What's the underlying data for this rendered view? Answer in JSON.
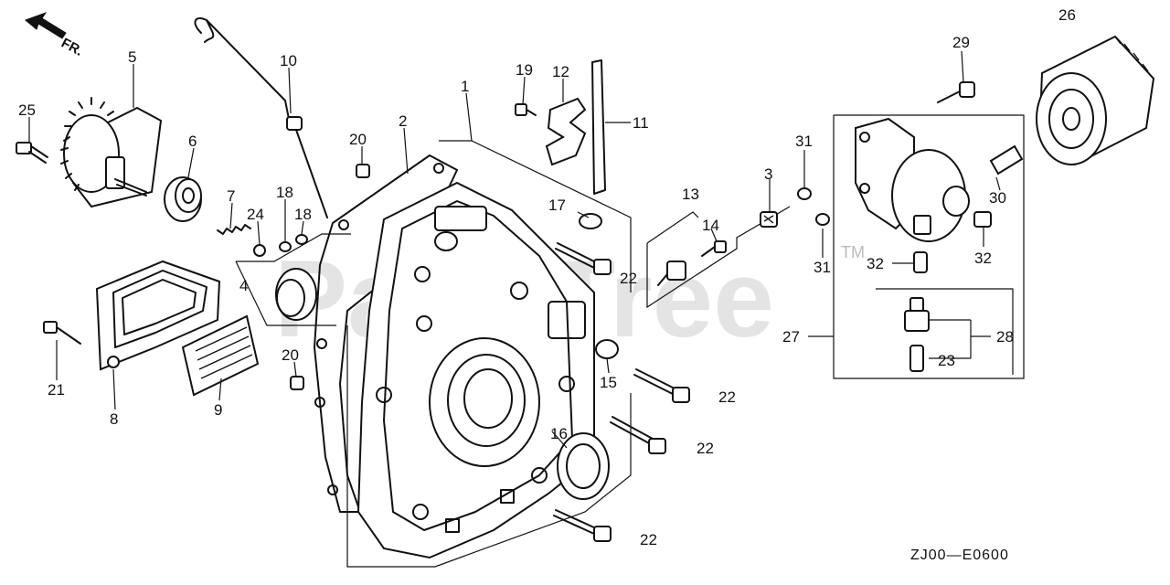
{
  "diagram": {
    "direction_label": "FR.",
    "watermark": "PartsTree",
    "watermark_tm": "TM",
    "figure_code": "ZJ00—E0600",
    "callouts": [
      {
        "id": "c1",
        "text": "1"
      },
      {
        "id": "c2",
        "text": "2"
      },
      {
        "id": "c3",
        "text": "3"
      },
      {
        "id": "c4",
        "text": "4"
      },
      {
        "id": "c5",
        "text": "5"
      },
      {
        "id": "c6",
        "text": "6"
      },
      {
        "id": "c7",
        "text": "7"
      },
      {
        "id": "c8",
        "text": "8"
      },
      {
        "id": "c9",
        "text": "9"
      },
      {
        "id": "c10",
        "text": "10"
      },
      {
        "id": "c11",
        "text": "11"
      },
      {
        "id": "c12",
        "text": "12"
      },
      {
        "id": "c13",
        "text": "13"
      },
      {
        "id": "c14",
        "text": "14"
      },
      {
        "id": "c15",
        "text": "15"
      },
      {
        "id": "c16",
        "text": "16"
      },
      {
        "id": "c17",
        "text": "17"
      },
      {
        "id": "c18a",
        "text": "18"
      },
      {
        "id": "c18b",
        "text": "18"
      },
      {
        "id": "c19",
        "text": "19"
      },
      {
        "id": "c20a",
        "text": "20"
      },
      {
        "id": "c20b",
        "text": "20"
      },
      {
        "id": "c21",
        "text": "21"
      },
      {
        "id": "c22a",
        "text": "22"
      },
      {
        "id": "c22b",
        "text": "22"
      },
      {
        "id": "c22c",
        "text": "22"
      },
      {
        "id": "c22d",
        "text": "22"
      },
      {
        "id": "c23",
        "text": "23"
      },
      {
        "id": "c24",
        "text": "24"
      },
      {
        "id": "c25",
        "text": "25"
      },
      {
        "id": "c26",
        "text": "26"
      },
      {
        "id": "c27",
        "text": "27"
      },
      {
        "id": "c28",
        "text": "28"
      },
      {
        "id": "c29",
        "text": "29"
      },
      {
        "id": "c30",
        "text": "30"
      },
      {
        "id": "c31a",
        "text": "31"
      },
      {
        "id": "c31b",
        "text": "31"
      },
      {
        "id": "c32a",
        "text": "32"
      },
      {
        "id": "c32b",
        "text": "32"
      }
    ]
  }
}
